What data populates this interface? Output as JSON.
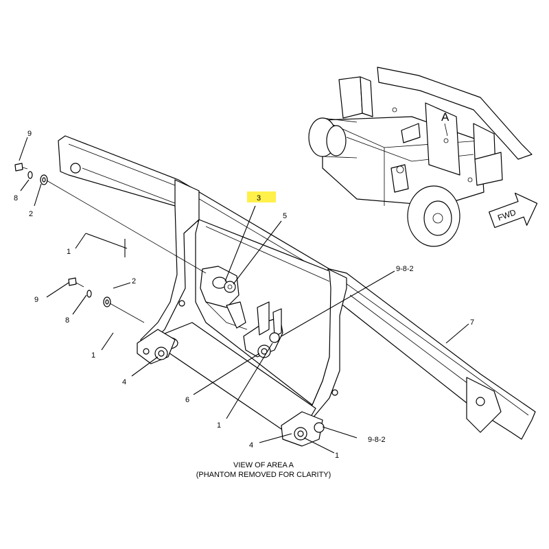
{
  "callouts": {
    "c9_top": "9",
    "c8_top": "8",
    "c2_top": "2",
    "c1_top": "1",
    "c3": "3",
    "c5": "5",
    "c9_mid": "9",
    "c8_mid": "8",
    "c2_mid": "2",
    "c1_mid": "1",
    "c982_top": "9-8-2",
    "c7": "7",
    "c4_left": "4",
    "c6": "6",
    "c1_center": "1",
    "c4_bottom": "4",
    "c982_bottom": "9-8-2",
    "c1_bottom": "1"
  },
  "inset": {
    "area_label": "A",
    "fwd_label": "FWD"
  },
  "caption": {
    "line1": "VIEW OF AREA A",
    "line2": "(PHANTOM REMOVED FOR CLARITY)"
  },
  "colors": {
    "highlight": "#fff04a"
  }
}
